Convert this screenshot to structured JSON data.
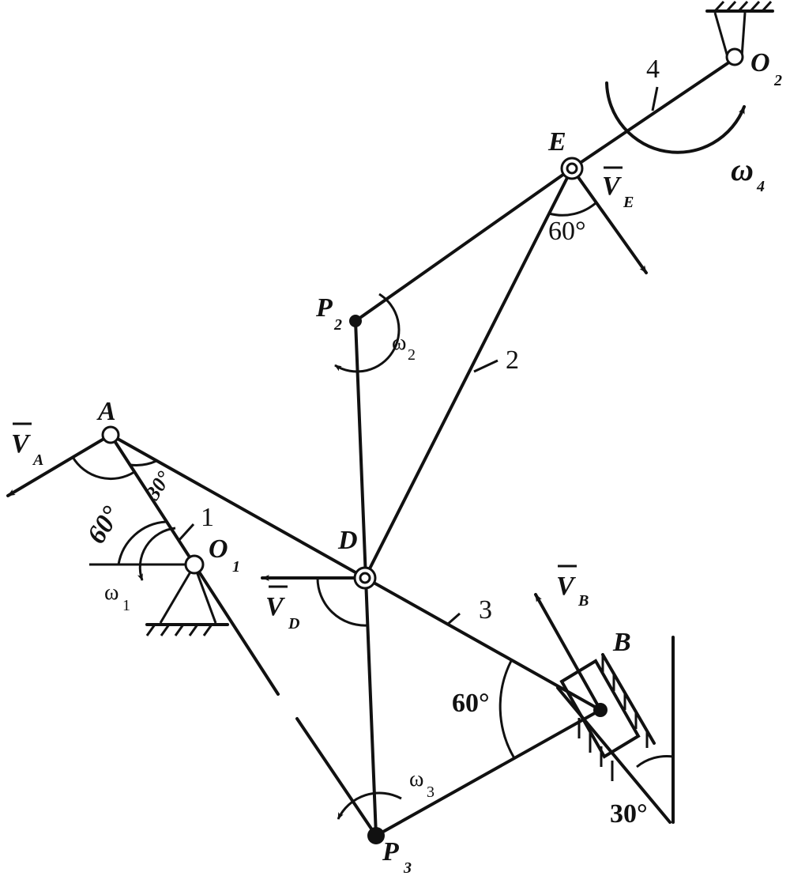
{
  "points": {
    "A": "A",
    "B": "B",
    "D": "D",
    "E": "E",
    "O1_main": "O",
    "O1_sub": "1",
    "O2_main": "O",
    "O2_sub": "2",
    "P2_main": "P",
    "P2_sub": "2",
    "P3_main": "P",
    "P3_sub": "3"
  },
  "links": {
    "link1": "1",
    "link2": "2",
    "link3": "3",
    "link4": "4"
  },
  "velocities": {
    "VA_main": "V",
    "VA_sub": "A",
    "VB_main": "V",
    "VB_sub": "B",
    "VD_main": "V",
    "VD_sub": "D",
    "VE_main": "V",
    "VE_sub": "E"
  },
  "angular_velocities": {
    "w1_main": "ω",
    "w1_sub": "1",
    "w2_main": "ω",
    "w2_sub": "2",
    "w3_main": "ω",
    "w3_sub": "3",
    "w4_main": "ω",
    "w4_sub": "4"
  },
  "angles": {
    "angle_A": "30°",
    "angle_O1": "60°",
    "angle_E": "60°",
    "angle_B": "60°",
    "angle_slider": "30°"
  },
  "colors": {
    "ink": "#111111",
    "background": "#ffffff"
  }
}
